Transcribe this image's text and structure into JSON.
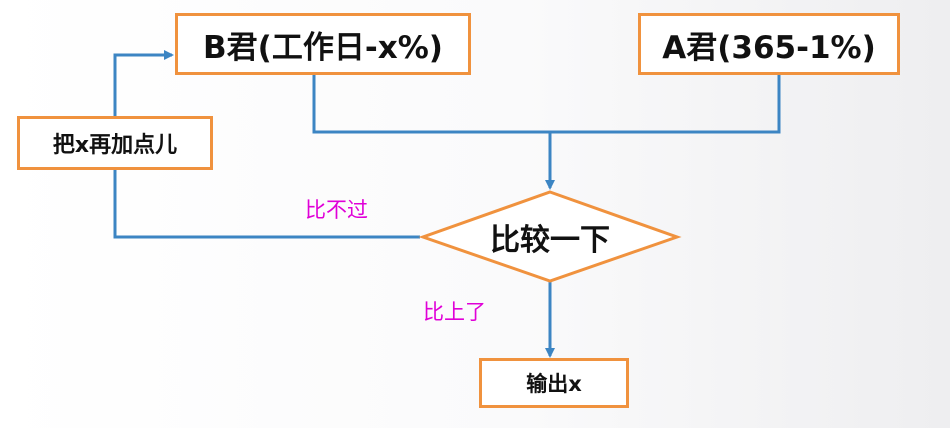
{
  "nodes": {
    "b_box": "B君(工作日-x%)",
    "a_box": "A君(365-1%)",
    "add_box": "把x再加点儿",
    "compare": "比较一下",
    "output_box": "输出x"
  },
  "edge_labels": {
    "cannot_beat": "比不过",
    "beat": "比上了"
  },
  "colors": {
    "box_border": "#f0923e",
    "connector": "#3c85c3",
    "edge_label": "#e000d8"
  }
}
